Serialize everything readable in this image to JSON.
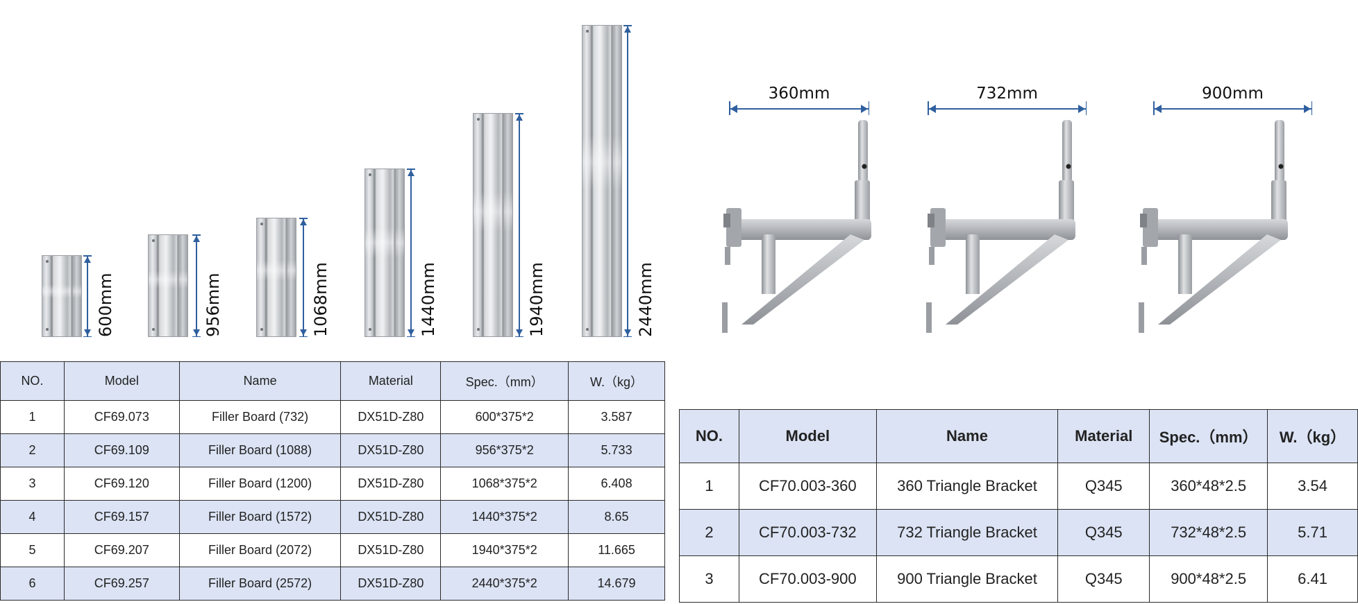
{
  "boards": [
    {
      "label": "600mm"
    },
    {
      "label": "956mm"
    },
    {
      "label": "1068mm"
    },
    {
      "label": "1440mm"
    },
    {
      "label": "1940mm"
    },
    {
      "label": "2440mm"
    }
  ],
  "brackets": [
    {
      "label": "360mm"
    },
    {
      "label": "732mm"
    },
    {
      "label": "900mm"
    }
  ],
  "table1": {
    "headers": [
      "NO.",
      "Model",
      "Name",
      "Material",
      "Spec.（mm）",
      "W.（kg）"
    ],
    "rows": [
      [
        "1",
        "CF69.073",
        "Filler Board (732)",
        "DX51D-Z80",
        "600*375*2",
        "3.587"
      ],
      [
        "2",
        "CF69.109",
        "Filler Board (1088)",
        "DX51D-Z80",
        "956*375*2",
        "5.733"
      ],
      [
        "3",
        "CF69.120",
        "Filler Board (1200)",
        "DX51D-Z80",
        "1068*375*2",
        "6.408"
      ],
      [
        "4",
        "CF69.157",
        "Filler Board (1572)",
        "DX51D-Z80",
        "1440*375*2",
        "8.65"
      ],
      [
        "5",
        "CF69.207",
        "Filler Board (2072)",
        "DX51D-Z80",
        "1940*375*2",
        "11.665"
      ],
      [
        "6",
        "CF69.257",
        "Filler Board (2572)",
        "DX51D-Z80",
        "2440*375*2",
        "14.679"
      ]
    ]
  },
  "table2": {
    "headers": [
      "NO.",
      "Model",
      "Name",
      "Material",
      "Spec.（mm）",
      "W.（kg）"
    ],
    "rows": [
      [
        "1",
        "CF70.003-360",
        "360 Triangle Bracket",
        "Q345",
        "360*48*2.5",
        "3.54"
      ],
      [
        "2",
        "CF70.003-732",
        "732 Triangle Bracket",
        "Q345",
        "732*48*2.5",
        "5.71"
      ],
      [
        "3",
        "CF70.003-900",
        "900 Triangle Bracket",
        "Q345",
        "900*48*2.5",
        "6.41"
      ]
    ]
  }
}
